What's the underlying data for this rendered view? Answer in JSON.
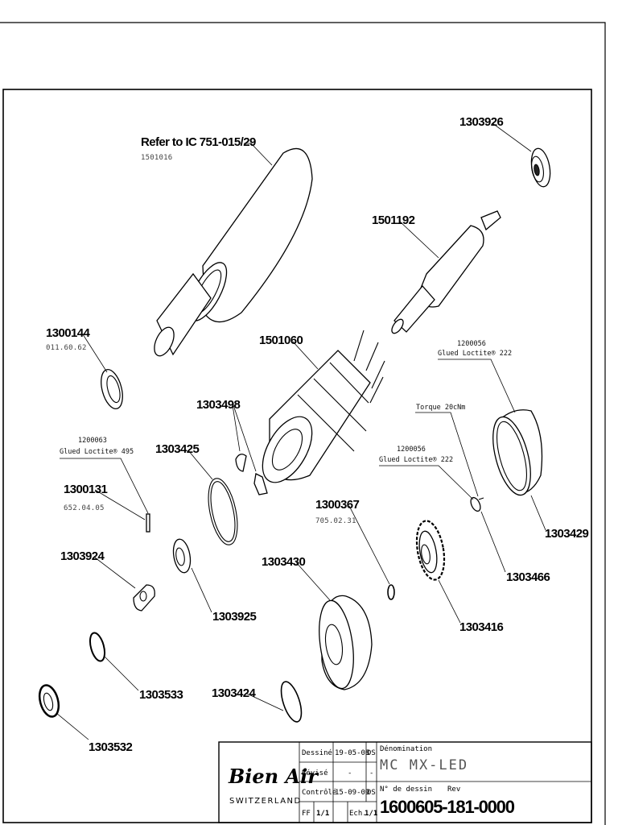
{
  "parts": [
    {
      "id": "p1501016",
      "label": "Refer to IC 751-015/29",
      "sub": "1501016"
    },
    {
      "id": "p1303926",
      "label": "1303926"
    },
    {
      "id": "p1501192",
      "label": "1501192"
    },
    {
      "id": "p1300144",
      "label": "1300144",
      "sub": "011.60.62"
    },
    {
      "id": "p1501060",
      "label": "1501060"
    },
    {
      "id": "p1303498",
      "label": "1303498"
    },
    {
      "id": "p1303425",
      "label": "1303425"
    },
    {
      "id": "p1300131",
      "label": "1300131",
      "sub": "652.04.05"
    },
    {
      "id": "p1300367",
      "label": "1300367",
      "sub": "705.02.31"
    },
    {
      "id": "p1303924",
      "label": "1303924"
    },
    {
      "id": "p1303925",
      "label": "1303925"
    },
    {
      "id": "p1303430",
      "label": "1303430"
    },
    {
      "id": "p1303533",
      "label": "1303533"
    },
    {
      "id": "p1303424",
      "label": "1303424"
    },
    {
      "id": "p1303532",
      "label": "1303532"
    },
    {
      "id": "p1303429",
      "label": "1303429"
    },
    {
      "id": "p1303466",
      "label": "1303466"
    },
    {
      "id": "p1303416",
      "label": "1303416"
    }
  ],
  "notes": {
    "glue_495_code": "1200063",
    "glue_495_text": "Glued Loctite® 495",
    "glue_222a_code": "1200056",
    "glue_222a_text": "Glued Loctite® 222",
    "glue_222b_code": "1200056",
    "glue_222b_text": "Glued Loctite® 222",
    "torque": "Torque 20cNm"
  },
  "title_block": {
    "brand": "Bien Air",
    "country": "SWITZERLAND",
    "dessine_label": "Dessiné",
    "dessine_date": "19-05-08",
    "dessine_init": "DS",
    "revise_label": "Révisé",
    "revise_date": "-",
    "revise_init": "-",
    "controle_label": "Contrôlé",
    "controle_date": "15-09-09",
    "controle_init": "DS",
    "ff_label": "FF",
    "ff_value": "1/1",
    "ech_label": "Ech.",
    "ech_value": "1/1",
    "denomination_label": "Dénomination",
    "denomination": "MC MX-LED",
    "dessin_label": "N° de dessin",
    "rev_label": "Rev",
    "drawing_number": "1600605-181-0000"
  }
}
